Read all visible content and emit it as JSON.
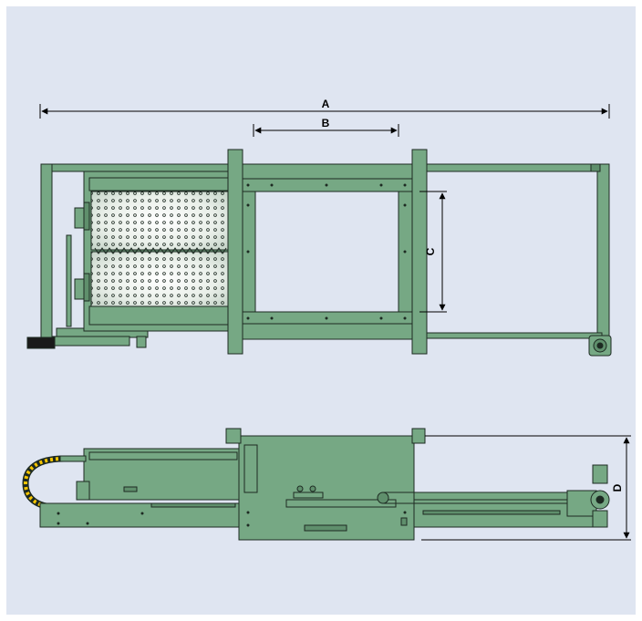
{
  "dimensions": {
    "a": "A",
    "b": "B",
    "c": "C",
    "d": "D"
  },
  "colors": {
    "background": "#dfe5f1",
    "machine_fill": "#76a884",
    "machine_dark": "#5f8f6c",
    "machine_outline": "#1d2a22",
    "cable_chain": "#f5c400"
  }
}
